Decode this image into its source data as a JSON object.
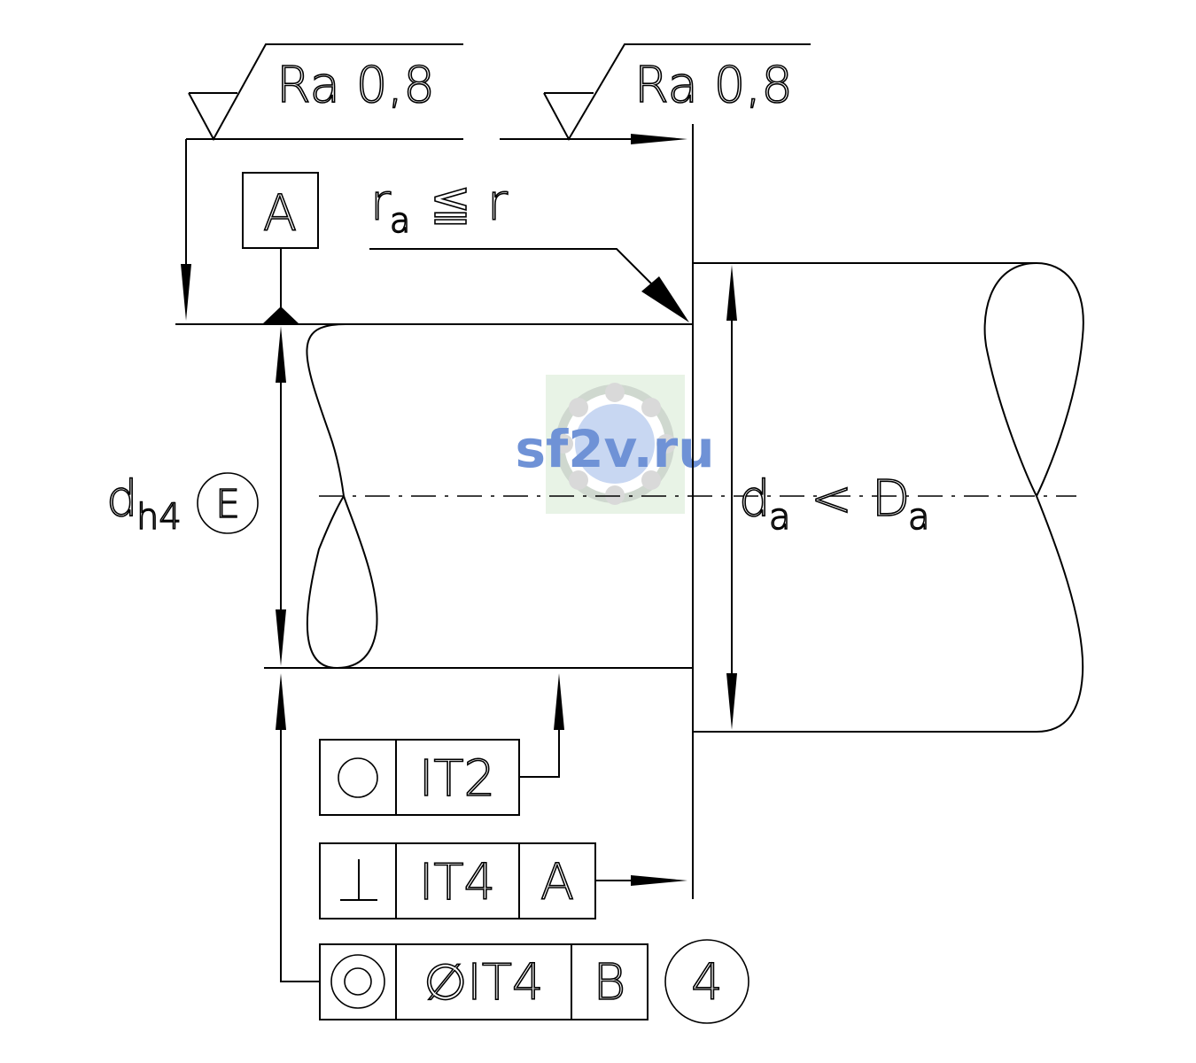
{
  "roughness": {
    "left": "Ra 0,8",
    "right": "Ra 0,8"
  },
  "datum_a_label": "A",
  "fillet": {
    "r_main": "r",
    "r_sub": "a",
    "relation": "≦",
    "r_right": "r"
  },
  "shaft": {
    "d": "d",
    "sub": "h4",
    "envelope": "E"
  },
  "housing": {
    "d": "d",
    "d_sub": "a",
    "op": "<",
    "D": "D",
    "D_sub": "a"
  },
  "fcf_roundness": {
    "symbol": "○",
    "value": "IT2"
  },
  "fcf_perpendicularity": {
    "symbol": "⊥",
    "value": "IT4",
    "datum": "A"
  },
  "fcf_coaxiality": {
    "symbol": "◎",
    "value": "∅IT4",
    "datum": "B",
    "note": "4"
  },
  "watermark": {
    "text": "sf2v.ru"
  },
  "colors": {
    "lines": "#000000",
    "watermark": "#6f92d6",
    "watermark_bg": "#e8f3e6"
  }
}
